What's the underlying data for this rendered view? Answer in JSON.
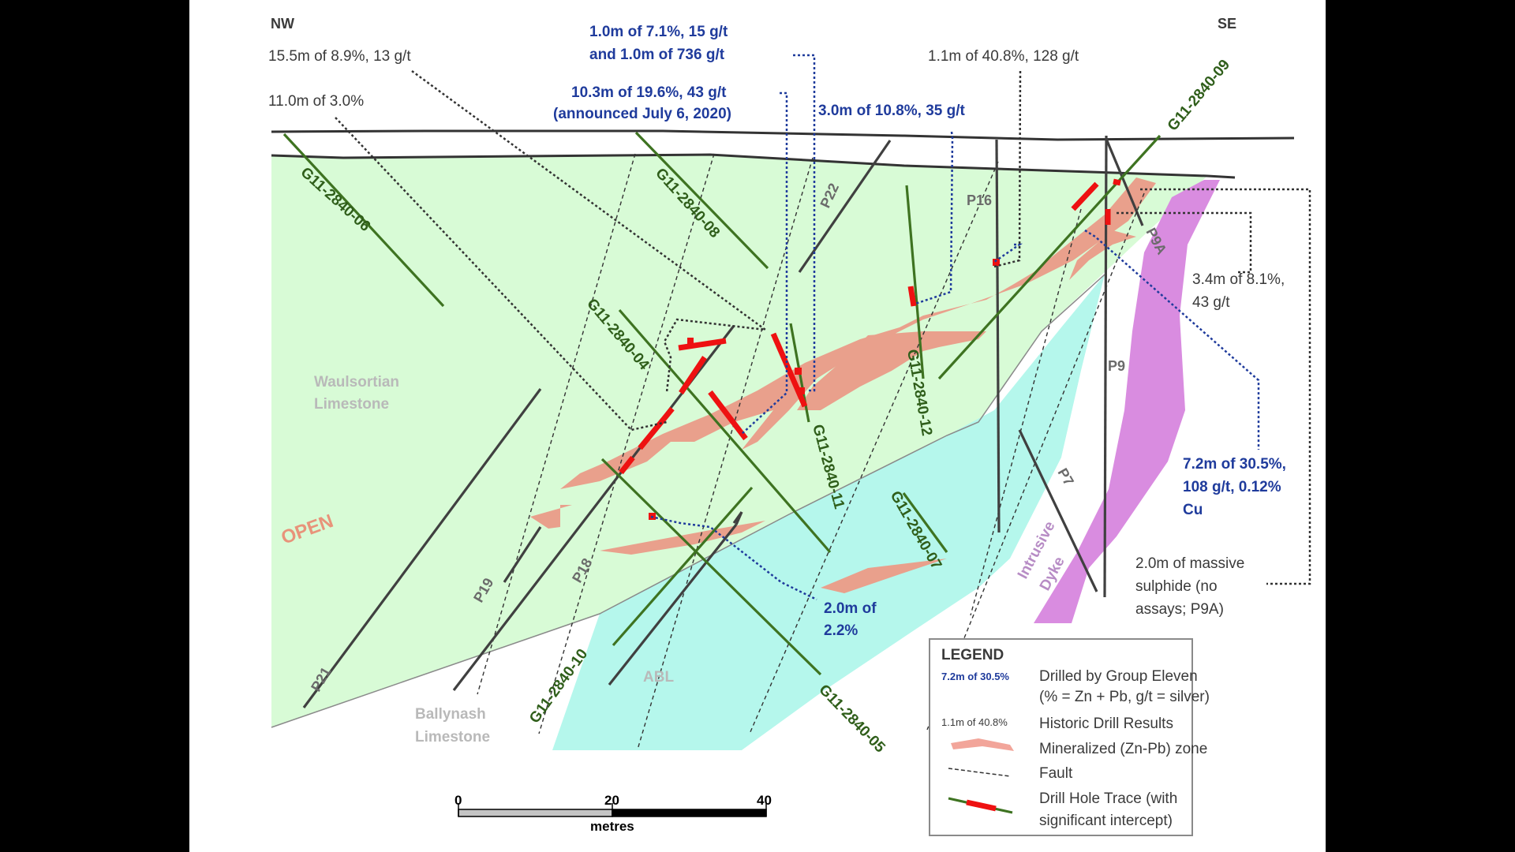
{
  "directions": {
    "left": "NW",
    "right": "SE"
  },
  "units": {
    "waulsortian": [
      "Waulsortian",
      "Limestone"
    ],
    "ballynash": [
      "Ballynash",
      "Limestone"
    ],
    "abl": "ABL",
    "dyke": [
      "Intrusive",
      "Dyke"
    ],
    "open": "OPEN"
  },
  "faults": [
    "P22",
    "P16",
    "P9A",
    "P9",
    "P7",
    "P19",
    "P18",
    "P21"
  ],
  "drill_holes": [
    "G11-2840-06",
    "G11-2840-08",
    "G11-2840-04",
    "G11-2840-11",
    "G11-2840-12",
    "G11-2840-07",
    "G11-2840-10",
    "G11-2840-05",
    "G11-2840-09"
  ],
  "historic_results": {
    "r1": "15.5m of 8.9%, 13 g/t",
    "r2": "11.0m of 3.0%",
    "r3": "1.1m of 40.8%, 128 g/t",
    "r4": [
      "3.4m of 8.1%,",
      "43 g/t"
    ],
    "r5": [
      "2.0m of massive",
      "sulphide (no",
      "assays; P9A)"
    ]
  },
  "new_results": {
    "n1": [
      "1.0m of 7.1%, 15 g/t",
      "and 1.0m of 736 g/t"
    ],
    "n2": [
      "10.3m of 19.6%, 43 g/t",
      "(announced July 6, 2020)"
    ],
    "n3": "3.0m of 10.8%, 35 g/t",
    "n4": [
      "7.2m of 30.5%,",
      "108 g/t, 0.12%",
      "Cu"
    ],
    "n5": [
      "2.0m of",
      "2.2%"
    ]
  },
  "legend": {
    "title": "LEGEND",
    "new_sample": "7.2m of 30.5%",
    "new_label": [
      "Drilled by Group Eleven",
      "(% = Zn + Pb, g/t = silver)"
    ],
    "hist_sample": "1.1m of 40.8%",
    "hist_label": "Historic Drill Results",
    "zone_label": "Mineralized (Zn-Pb) zone",
    "fault_label": "Fault",
    "trace_label": [
      "Drill Hole Trace (with",
      "significant intercept)"
    ]
  },
  "scale": {
    "ticks": [
      "0",
      "20",
      "40"
    ],
    "unit": "metres"
  },
  "colors": {
    "limestone_green": "#d8fbd6",
    "ballynash_cyan": "#b5f7ec",
    "zone_salmon": "#e9a08c",
    "dyke_purple": "#d98ce0",
    "drill_green": "#3e7321",
    "intercept_red": "#ee1111",
    "new_blue": "#1f3b9c"
  }
}
